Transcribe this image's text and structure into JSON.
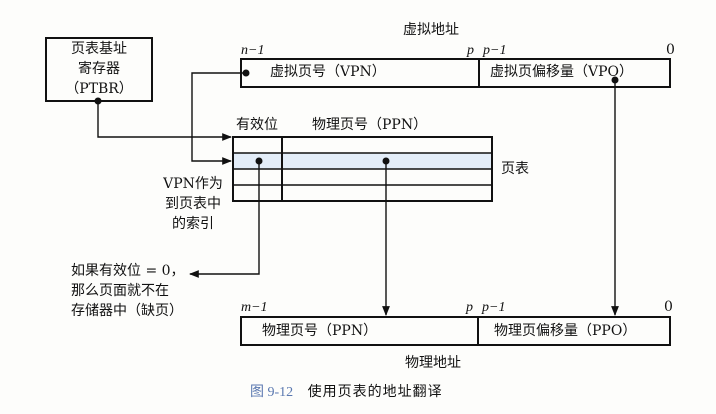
{
  "virtual_address": {
    "title": "虚拟地址",
    "bit_high": "n−1",
    "bit_p": "p",
    "bit_p_minus_1": "p−1",
    "bit_zero": "0",
    "vpn_label": "虚拟页号（VPN）",
    "vpo_label": "虚拟页偏移量（VPO）"
  },
  "ptbr": {
    "line1": "页表基址",
    "line2": "寄存器",
    "line3": "（PTBR）"
  },
  "page_table": {
    "valid_header": "有效位",
    "ppn_header": "物理页号（PPN）",
    "label": "页表",
    "rows": 4,
    "highlighted_row_index": 1,
    "highlight_color": "#e3edf8"
  },
  "index_note": {
    "line1": "VPN作为",
    "line2": "到页表中",
    "line3": "的索引"
  },
  "fault_note": {
    "line1": "如果有效位 = 0，",
    "line2": "那么页面就不在",
    "line3": "存储器中（缺页）"
  },
  "physical_address": {
    "title": "物理地址",
    "bit_high": "m−1",
    "bit_p": "p",
    "bit_p_minus_1": "p−1",
    "bit_zero": "0",
    "ppn_label": "物理页号（PPN）",
    "ppo_label": "物理页偏移量（PPO）"
  },
  "caption": {
    "number": "图 9-12",
    "text": "使用页表的地址翻译"
  }
}
